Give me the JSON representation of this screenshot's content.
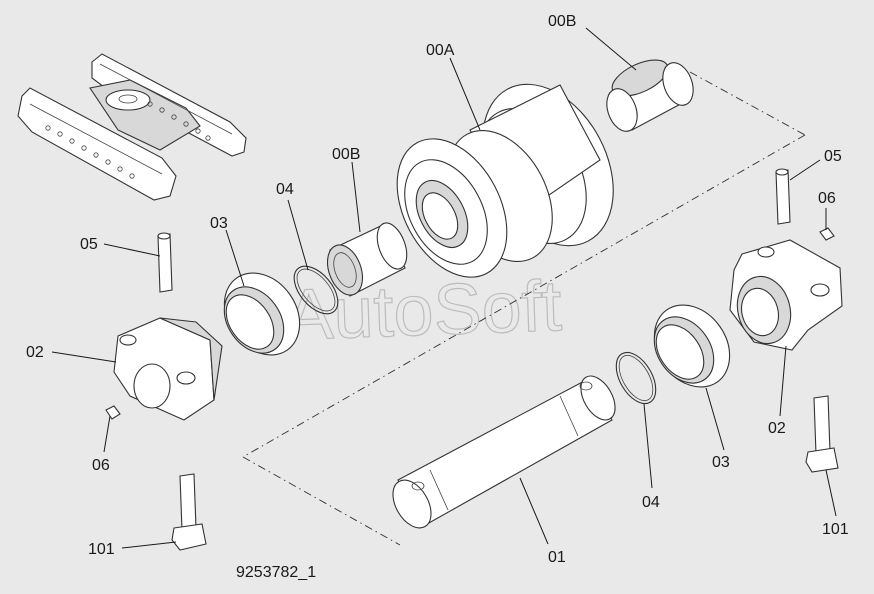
{
  "drawing_number": "9253782_1",
  "watermark": "AutoSoft",
  "callouts": {
    "c00B_top": "00B",
    "c00A": "00A",
    "c00B_mid": "00B",
    "c05_right": "05",
    "c06_right": "06",
    "c04_left": "04",
    "c03_left": "03",
    "c05_left": "05",
    "c02_left": "02",
    "c06_left": "06",
    "c101_left": "101",
    "c02_right": "02",
    "c03_right": "03",
    "c04_right": "04",
    "c01": "01",
    "c101_right": "101"
  }
}
